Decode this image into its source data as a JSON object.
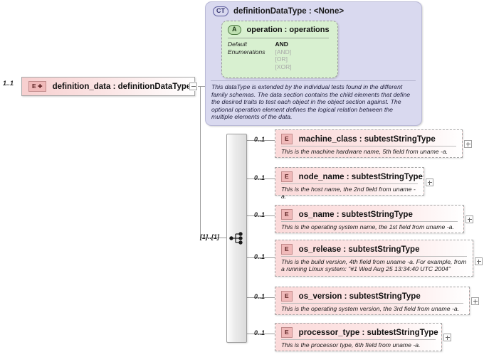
{
  "diagram": {
    "kind": "xsd-schema-diagram",
    "root_element": {
      "cardinality": "1..1",
      "badge": "E",
      "badge_icon": "element-plus-icon",
      "label": "definition_data : definitionDataType"
    },
    "complex_type": {
      "badge": "CT",
      "title": "definitionDataType : <None>",
      "attribute": {
        "badge": "A",
        "title": "operation : operations",
        "rows": [
          {
            "key": "Default",
            "value": "AND",
            "style": "strong"
          },
          {
            "key": "Enumerations",
            "value": "[AND]",
            "style": "dim"
          },
          {
            "key": "",
            "value": "[OR]",
            "style": "dim"
          },
          {
            "key": "",
            "value": "[XOR]",
            "style": "dim"
          }
        ]
      },
      "documentation": "This dataType is extended by the individual tests found in the different family schemas.  The data section contains the child elements that define the desired traits to test each object in the object section against.  The optional operation element defines the logical relation between the multiple elements of the data."
    },
    "sequence": {
      "cardinality": "[1]..[1]",
      "icon": "sequence-compositor-icon"
    },
    "children": [
      {
        "cardinality": "0..1",
        "badge": "E",
        "name": "machine_class : subtestStringType",
        "doc": "This is the machine hardware name, 5th field from uname -a."
      },
      {
        "cardinality": "0..1",
        "badge": "E",
        "name": "node_name : subtestStringType",
        "doc": "This is the host name, the 2nd field from uname -a."
      },
      {
        "cardinality": "0..1",
        "badge": "E",
        "name": "os_name : subtestStringType",
        "doc": "This is the operating system name, the 1st field from uname -a."
      },
      {
        "cardinality": "0..1",
        "badge": "E",
        "name": "os_release : subtestStringType",
        "doc": "This is the build version, 4th field from uname -a. For example, from a running Linux system: \"#1 Wed Aug 25 13:34:40 UTC 2004\""
      },
      {
        "cardinality": "0..1",
        "badge": "E",
        "name": "os_version : subtestStringType",
        "doc": "This is the operating system version, the 3rd field from uname -a."
      },
      {
        "cardinality": "0..1",
        "badge": "E",
        "name": "processor_type : subtestStringType",
        "doc": "This is the processor type, 6th field from uname -a."
      }
    ],
    "colors": {
      "element_fill": "#fbdada",
      "complextype_fill": "#d9d9ef",
      "attribute_fill": "#d8f0d0",
      "line": "#9a9a9a",
      "background": "#ffffff"
    }
  }
}
